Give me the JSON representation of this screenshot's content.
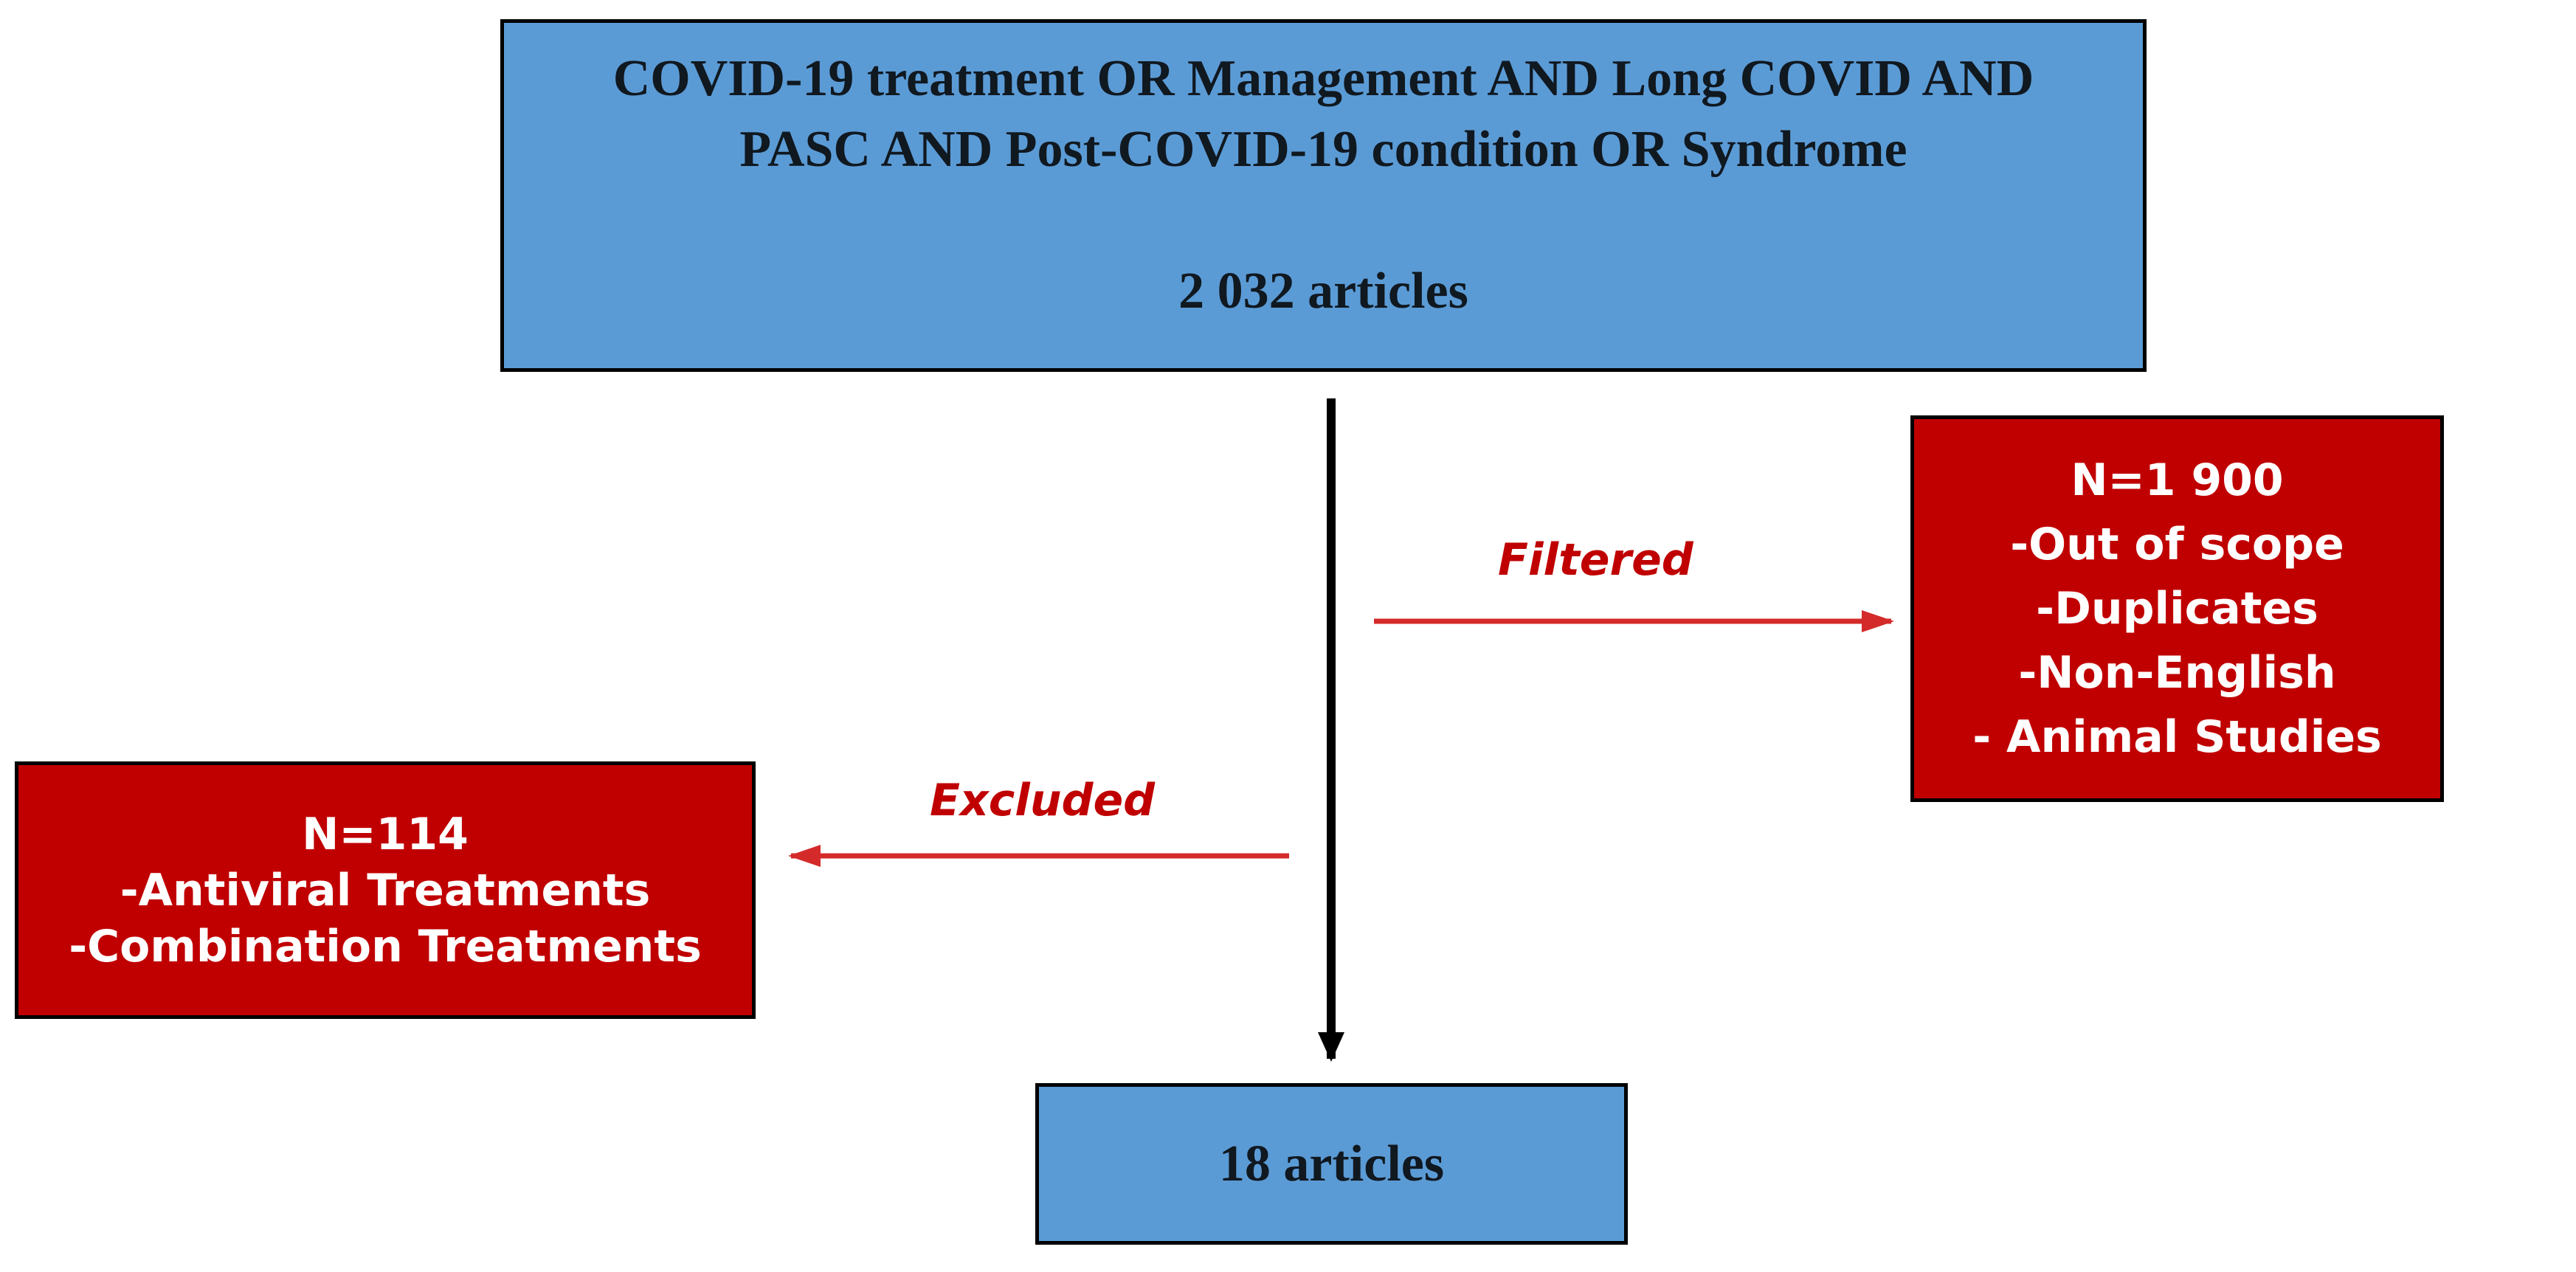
{
  "search": {
    "query": "COVID-19 treatment OR Management AND Long COVID AND PASC AND Post-COVID-19 condition OR Syndrome",
    "count": "2 032 articles"
  },
  "filtered": {
    "label": "Filtered",
    "title": "N=1 900",
    "reasons": [
      "-Out of scope",
      "-Duplicates",
      "-Non-English",
      "- Animal Studies"
    ]
  },
  "excluded": {
    "label": "Excluded",
    "title": "N=114",
    "reasons": [
      "-Antiviral Treatments",
      "-Combination Treatments"
    ]
  },
  "result": {
    "count": "18 articles"
  },
  "colors": {
    "blue_box": "#5b9bd5",
    "red_box": "#c00000",
    "red_arrow": "#d42a2a",
    "main_arrow": "#000000"
  }
}
